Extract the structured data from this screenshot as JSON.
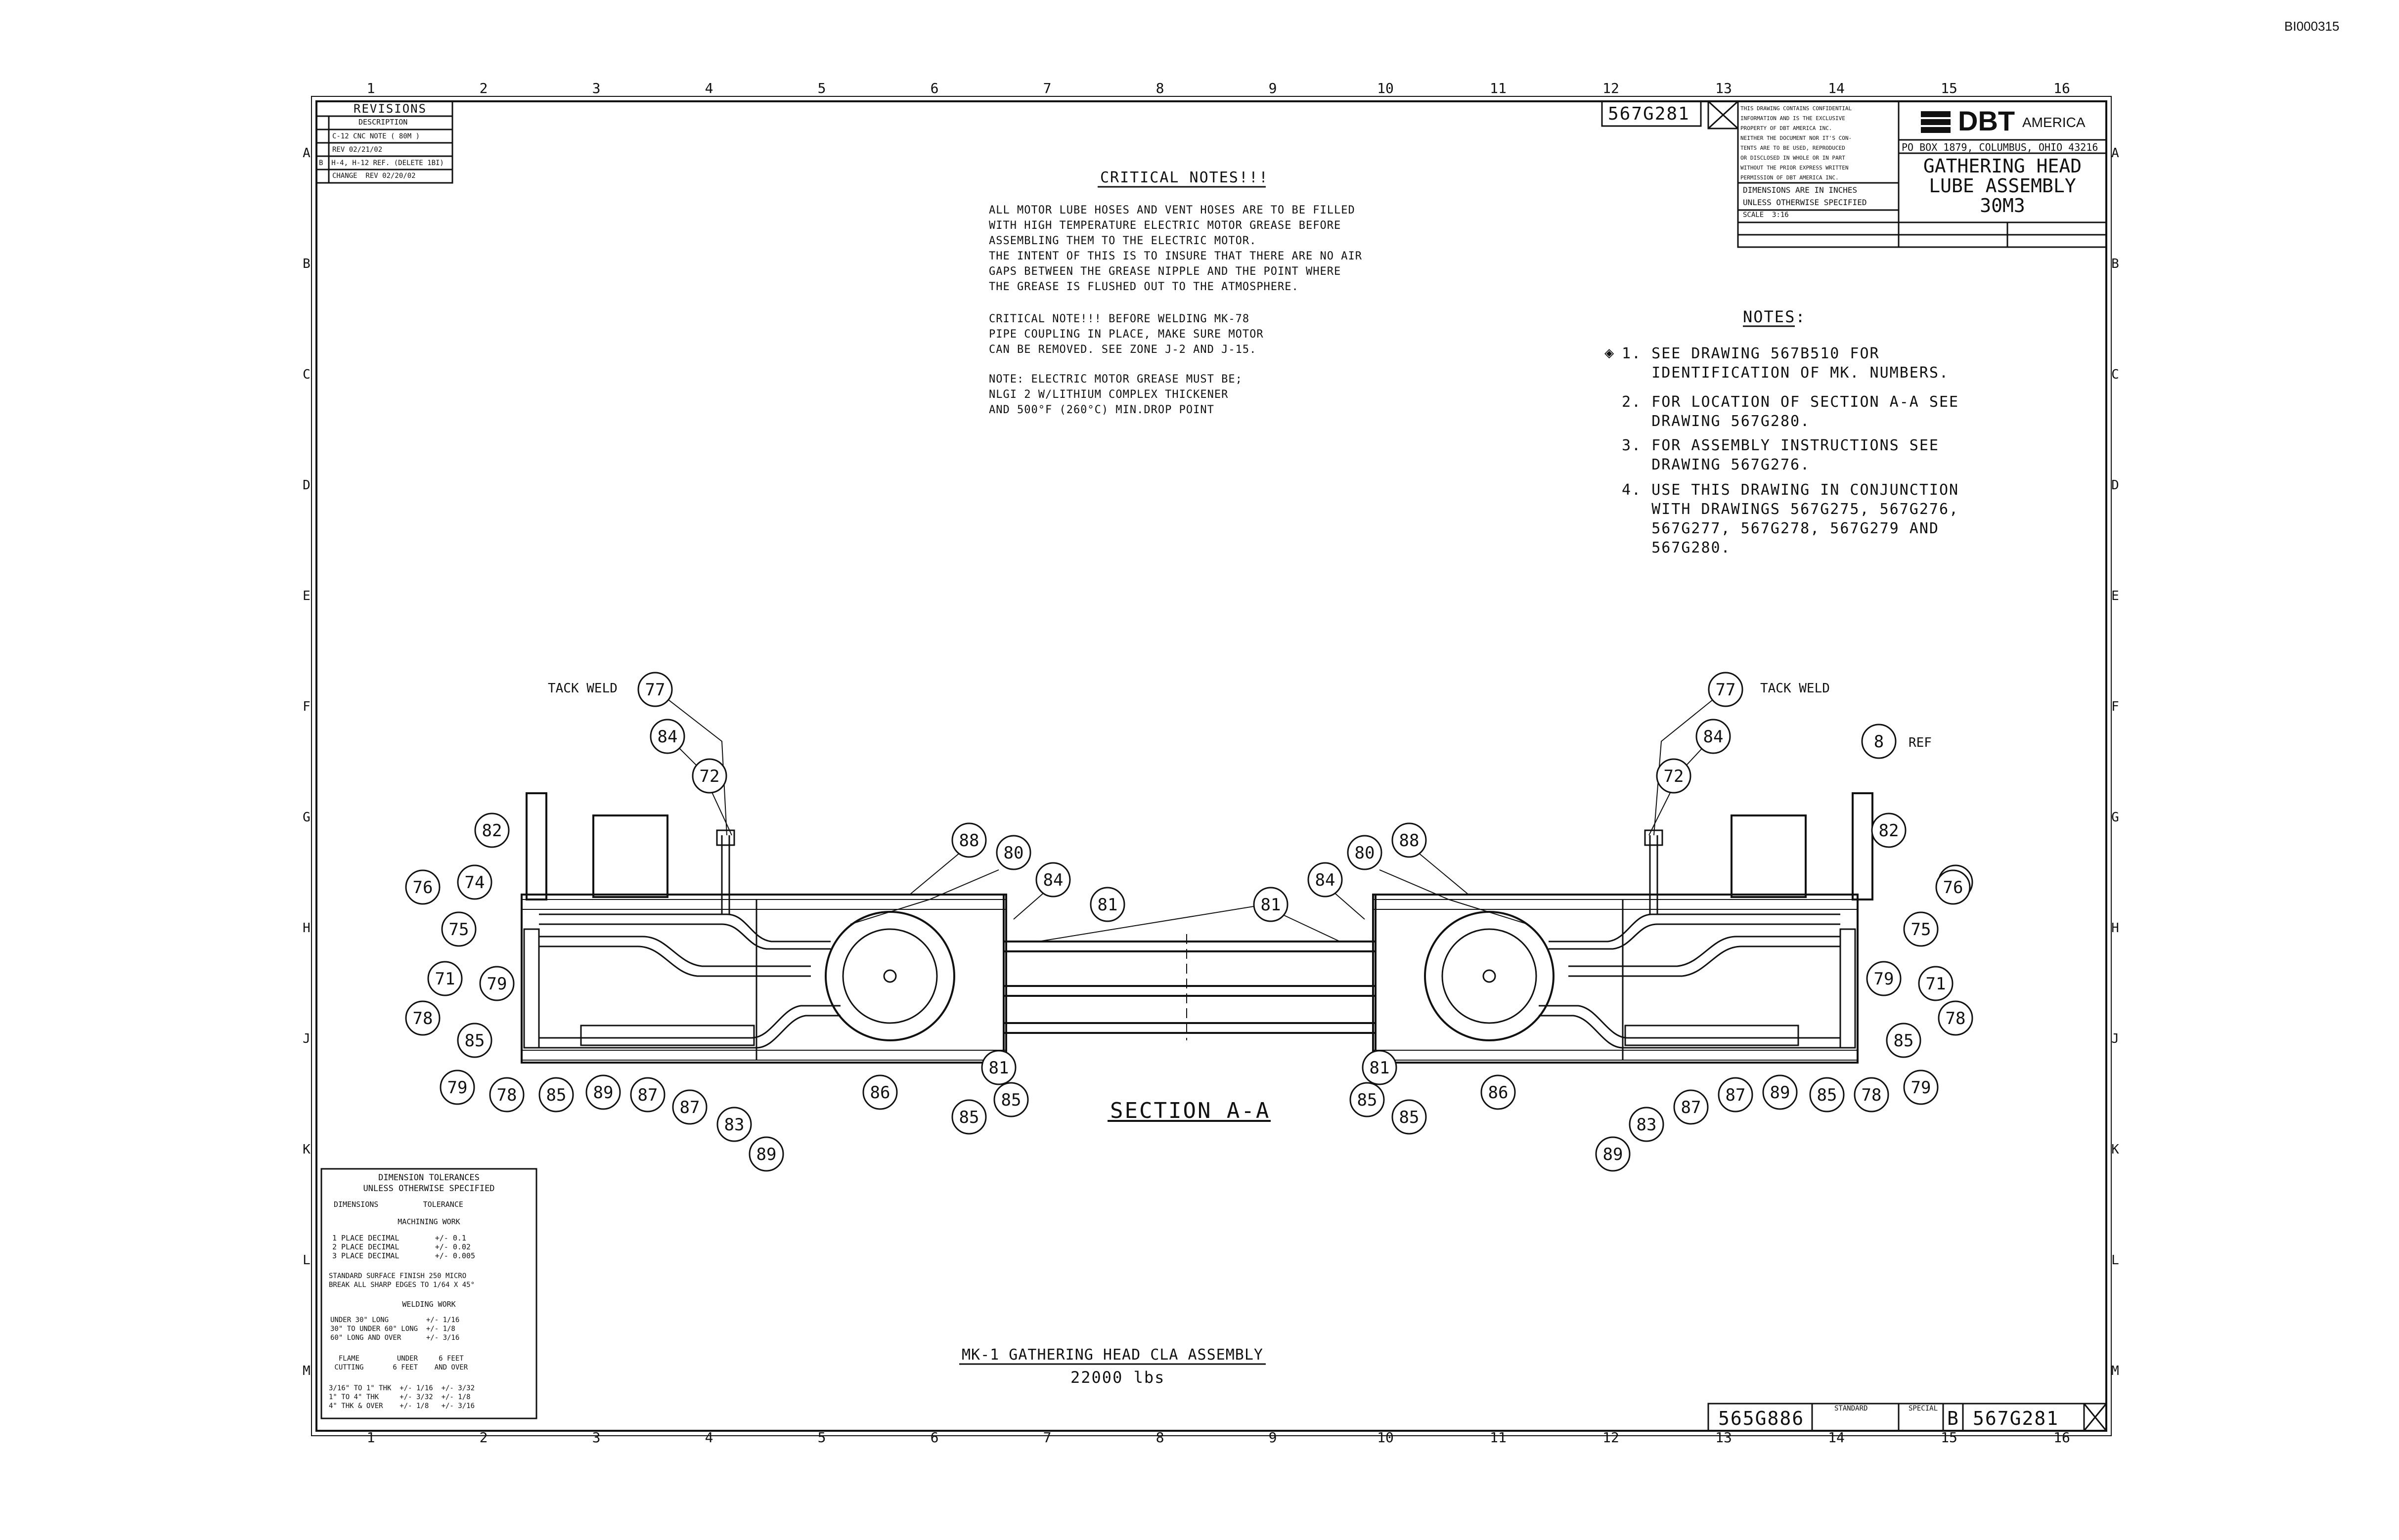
{
  "doc_id": "BI000315",
  "drawing_number": "567G281",
  "revisions": {
    "title": "REVISIONS",
    "header": "DESCRIPTION",
    "rows": [
      "",
      "C-12 CNC NOTE ( 80M )",
      "REV 02/21/02",
      "B  H-4, H-12 REF. (DELETE 1BI)",
      "CHANGE  REV 02/20/02"
    ]
  },
  "critical_notes": {
    "title": "CRITICAL NOTES!!!",
    "p1": "ALL MOTOR LUBE HOSES AND VENT HOSES ARE TO BE FILLED\nWITH HIGH TEMPERATURE ELECTRIC MOTOR GREASE BEFORE\nASSEMBLING THEM TO THE ELECTRIC MOTOR.\nTHE INTENT OF THIS IS TO INSURE THAT THERE ARE NO AIR\nGAPS BETWEEN THE GREASE NIPPLE AND THE POINT WHERE\nTHE GREASE IS FLUSHED OUT TO THE ATMOSPHERE.",
    "p2": "CRITICAL NOTE!!! BEFORE WELDING MK-78\nPIPE COUPLING IN PLACE, MAKE SURE MOTOR\nCAN BE REMOVED. SEE ZONE J-2 AND J-15.",
    "p3": "NOTE: ELECTRIC MOTOR GREASE MUST BE;\nNLGI 2 W/LITHIUM COMPLEX THICKENER\nAND 500°F (260°C) MIN.DROP POINT"
  },
  "notes": {
    "title": "NOTES:",
    "items": [
      "1. SEE DRAWING 567B510 FOR\n   IDENTIFICATION OF MK. NUMBERS.",
      "2. FOR LOCATION OF SECTION A-A SEE\n   DRAWING 567G280.",
      "3. FOR ASSEMBLY INSTRUCTIONS SEE\n   DRAWING 567G276.",
      "4. USE THIS DRAWING IN CONJUNCTION\n   WITH DRAWINGS 567G275, 567G276,\n   567G277, 567G278, 567G279 AND\n   567G280."
    ]
  },
  "title_block": {
    "company": "DBT",
    "company_suffix": "AMERICA",
    "address": "PO BOX 1879, COLUMBUS, OHIO 43216",
    "title_line1": "GATHERING HEAD",
    "title_line2": "LUBE ASSEMBLY",
    "title_line3": "30M3",
    "dimensions_note": "DIMENSIONS ARE IN INCHES\nUNLESS OTHERWISE SPECIFIED",
    "scale": "SCALE  3:16",
    "confidential": "THIS DRAWING CONTAINS CONFIDENTIAL\nINFORMATION AND IS THE EXCLUSIVE\nPROPERTY OF DBT AMERICA INC.\nNEITHER THE DOCUMENT NOR IT'S CON-\nTENTS ARE TO BE USED, REPRODUCED\nOR DISCLOSED IN WHOLE OR IN PART\nWITHOUT THE PRIOR EXPRESS WRITTEN\nPERMISSION OF DBT AMERICA INC."
  },
  "bottom_block": {
    "ref_number": "565G886",
    "standard": "STANDARD",
    "special": "SPECIAL",
    "rev": "B",
    "number": "567G281"
  },
  "tolerances": {
    "title": "DIMENSION TOLERANCES\nUNLESS OTHERWISE SPECIFIED",
    "cols": "DIMENSIONS          TOLERANCE",
    "machining_title": "MACHINING WORK",
    "machining": "1 PLACE DECIMAL        +/- 0.1\n2 PLACE DECIMAL        +/- 0.02\n3 PLACE DECIMAL        +/- 0.005",
    "surface": "STANDARD SURFACE FINISH 250 MICRO\nBREAK ALL SHARP EDGES TO 1/64 X 45°",
    "welding_title": "WELDING WORK",
    "welding": "UNDER 30\" LONG         +/- 1/16\n30\" TO UNDER 60\" LONG  +/- 1/8\n60\" LONG AND OVER      +/- 3/16",
    "flame_header": "  FLAME         UNDER     6 FEET\n CUTTING       6 FEET    AND OVER",
    "flame": "3/16\" TO 1\" THK  +/- 1/16  +/- 3/32\n1\" TO 4\" THK     +/- 3/32  +/- 1/8\n4\" THK & OVER    +/- 1/8   +/- 3/16"
  },
  "section_label": "SECTION A-A",
  "assembly_title": "MK-1 GATHERING HEAD CLA ASSEMBLY",
  "assembly_weight": "22000 lbs",
  "tack_weld": "TACK WELD",
  "ref_label": "REF",
  "grid": {
    "columns": [
      "1",
      "2",
      "3",
      "4",
      "5",
      "6",
      "7",
      "8",
      "9",
      "10",
      "11",
      "12",
      "13",
      "14",
      "15",
      "16"
    ],
    "rows": [
      "A",
      "B",
      "C",
      "D",
      "E",
      "F",
      "G",
      "H",
      "J",
      "K",
      "L",
      "M"
    ]
  },
  "balloons_left": [
    "77",
    "84",
    "72",
    "82",
    "76",
    "74",
    "75",
    "71",
    "79",
    "78",
    "85",
    "79",
    "78",
    "85",
    "89",
    "87",
    "87",
    "83",
    "89",
    "86",
    "85",
    "85",
    "81",
    "88",
    "80",
    "84",
    "81"
  ],
  "balloons_right": [
    "77",
    "84",
    "72",
    "8",
    "82",
    "74",
    "76",
    "75",
    "79",
    "71",
    "78",
    "85",
    "79",
    "78",
    "85",
    "89",
    "87",
    "87",
    "83",
    "89",
    "86",
    "85",
    "85",
    "81",
    "88",
    "80",
    "84",
    "81"
  ]
}
